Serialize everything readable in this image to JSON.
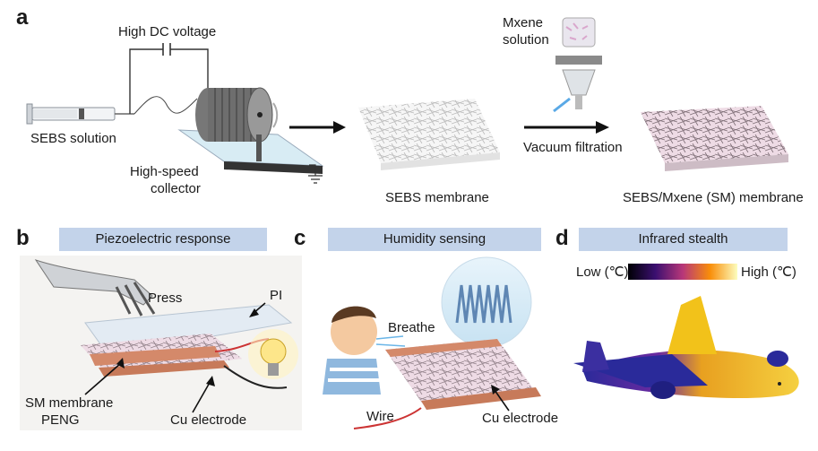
{
  "panel_a": {
    "letter": "a",
    "voltage_label": "High DC voltage",
    "syringe_label": "SEBS solution",
    "collector_label_line1": "High-speed",
    "collector_label_line2": "collector",
    "membrane1_label": "SEBS membrane",
    "mxene_label_line1": "Mxene",
    "mxene_label_line2": "solution",
    "filtration_label": "Vacuum filtration",
    "membrane2_label": "SEBS/Mxene (SM) membrane"
  },
  "panel_b": {
    "letter": "b",
    "title": "Piezoelectric response",
    "press_label": "Press",
    "pi_label": "PI",
    "sm_label_line1": "SM membrane",
    "sm_label_line2": "PENG",
    "electrode_label": "Cu electrode"
  },
  "panel_c": {
    "letter": "c",
    "title": "Humidity sensing",
    "breathe_label": "Breathe",
    "wire_label": "Wire",
    "electrode_label": "Cu electrode"
  },
  "panel_d": {
    "letter": "d",
    "title": "Infrared stealth",
    "low_label": "Low (℃)",
    "high_label": "High (℃)"
  },
  "colors": {
    "banner": "#c3d3ea",
    "copper": "#d4896a",
    "plane_hot": "#f2c21a",
    "plane_cold": "#2a2a9a"
  }
}
